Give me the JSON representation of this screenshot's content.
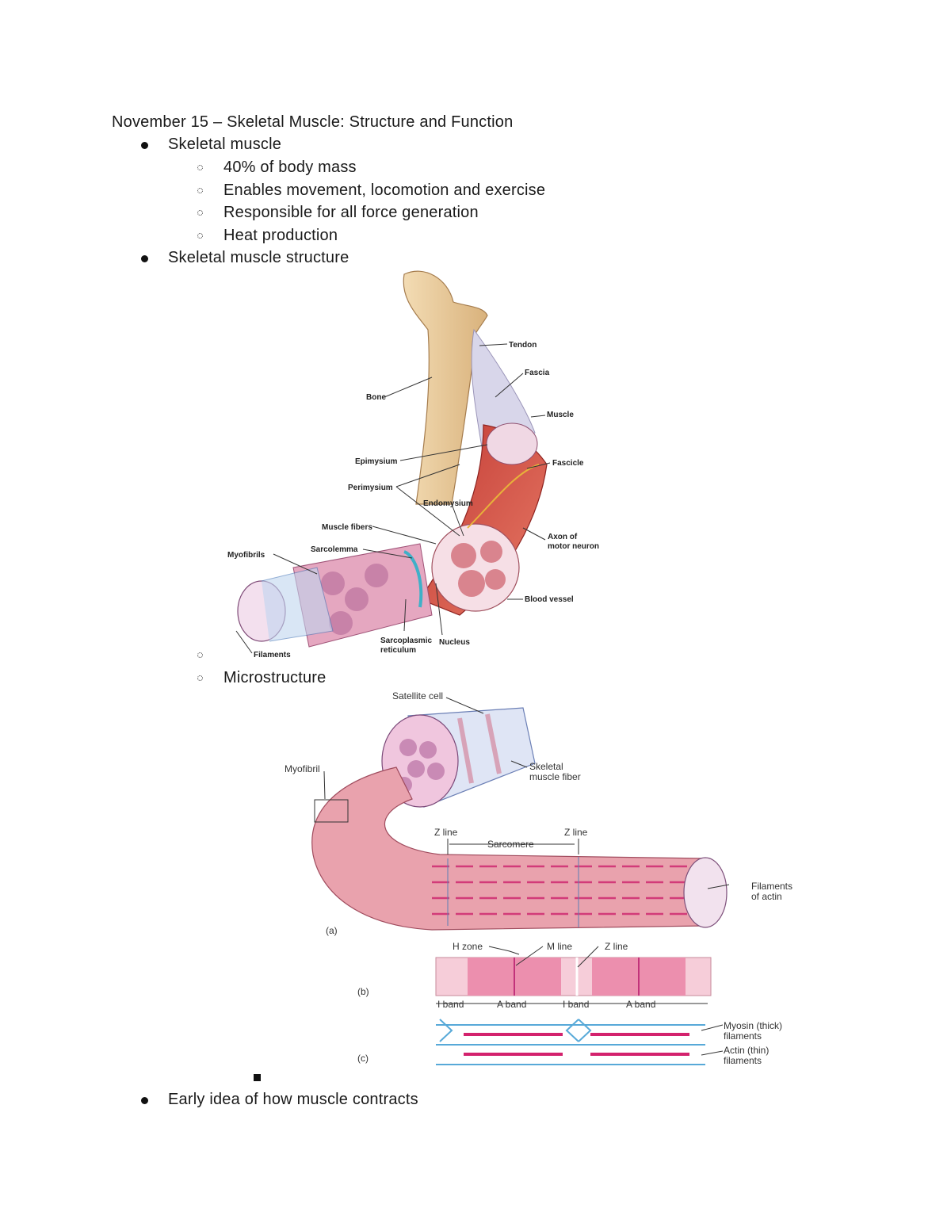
{
  "title": "November 15 – Skeletal Muscle: Structure and Function",
  "bullets": {
    "b1": "Skeletal muscle",
    "b1_items": [
      "40% of body mass",
      "Enables movement, locomotion and exercise",
      "Responsible for all force generation",
      "Heat production"
    ],
    "b2": "Skeletal muscle structure",
    "microstructure": "Microstructure",
    "b3": "Early idea of how muscle contracts"
  },
  "figure1": {
    "labels": {
      "tendon": "Tendon",
      "fascia": "Fascia",
      "muscle": "Muscle",
      "bone": "Bone",
      "fascicle": "Fascicle",
      "epimysium": "Epimysium",
      "perimysium": "Perimysium",
      "endomysium": "Endomysium",
      "muscle_fibers": "Muscle fibers",
      "sarcolemma": "Sarcolemma",
      "myofibrils": "Myofibrils",
      "axon1": "Axon of",
      "axon2": "motor neuron",
      "blood_vessel": "Blood vessel",
      "sr1": "Sarcoplasmic",
      "sr2": "reticulum",
      "nucleus": "Nucleus",
      "filaments": "Filaments"
    }
  },
  "figure2": {
    "labels": {
      "satellite": "Satellite cell",
      "myofibril": "Myofibril",
      "fiber1": "Skeletal",
      "fiber2": "muscle fiber",
      "zline_a": "Z line",
      "zline_b": "Z line",
      "sarcomere": "Sarcomere",
      "actin1": "Filaments",
      "actin2": "of actin",
      "a": "(a)",
      "b": "(b)",
      "c": "(c)",
      "hzone": "H zone",
      "mline": "M line",
      "zline_c": "Z line",
      "iband1": "I band",
      "aband1": "A band",
      "iband2": "I band",
      "aband2": "A band",
      "myosin1": "Myosin (thick)",
      "myosin2": "filaments",
      "actin_thin1": "Actin (thin)",
      "actin_thin2": "filaments"
    }
  }
}
